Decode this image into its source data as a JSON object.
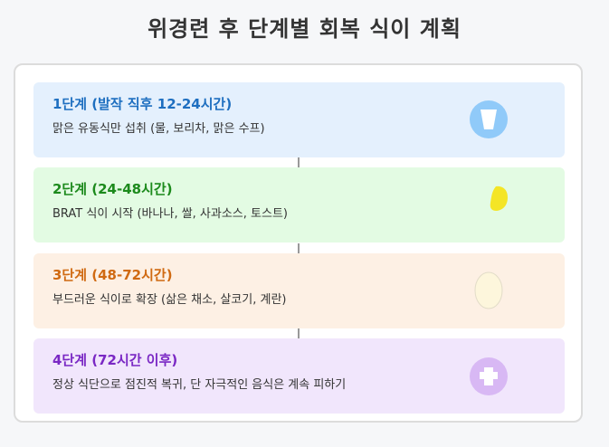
{
  "title": "위경련 후 단계별 회복 식이 계획",
  "stages": [
    {
      "heading": "1단계 (발작 직후 12-24시간)",
      "description": "맑은 유동식만 섭취 (물, 보리차, 맑은 수프)",
      "icon": "glass-of-water-icon",
      "bg_color": "#e4f0fd",
      "text_color": "#1e6fc0"
    },
    {
      "heading": "2단계 (24-48시간)",
      "description": "BRAT 식이 시작 (바나나, 쌀, 사과소스, 토스트)",
      "icon": "banana-icon",
      "bg_color": "#e3fbe3",
      "text_color": "#1c8a1c"
    },
    {
      "heading": "3단계 (48-72시간)",
      "description": "부드러운 식이로 확장 (삶은 채소, 살코기, 계란)",
      "icon": "egg-icon",
      "bg_color": "#fdf0e4",
      "text_color": "#d06a12"
    },
    {
      "heading": "4단계 (72시간 이후)",
      "description": "정상 식단으로 점진적 복귀, 단 자극적인 음식은 계속 피하기",
      "icon": "plate-icon",
      "bg_color": "#f1e6fc",
      "text_color": "#7a28c4"
    }
  ]
}
